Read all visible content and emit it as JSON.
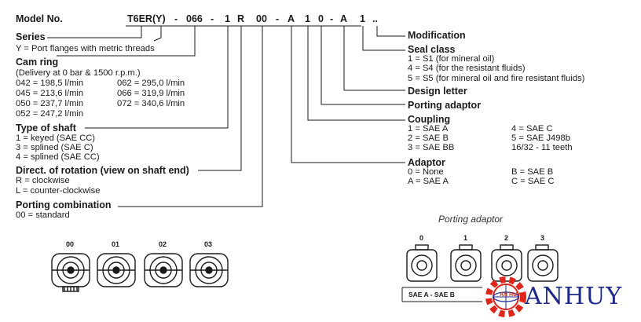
{
  "header": {
    "model_label": "Model No.",
    "codes": [
      "T6ER",
      "(Y)",
      "-",
      "066",
      "-",
      "1",
      "R",
      "00",
      "-",
      "A",
      "1",
      "0",
      "-",
      "A",
      "1",
      ".."
    ]
  },
  "left": {
    "series": {
      "title": "Series",
      "lines": [
        "Y = Port flanges with metric threads"
      ]
    },
    "cam_ring": {
      "title": "Cam ring",
      "note": "(Delivery at 0 bar & 1500 r.p.m.)",
      "col1": [
        "042 = 198,5 l/min",
        "045 = 213,6 l/min",
        "050 = 237,7 l/min",
        "052 = 247,2 l/min"
      ],
      "col2": [
        "062 = 295,0 l/min",
        "066 = 319,9 l/min",
        "072 = 340,6 l/min"
      ]
    },
    "shaft": {
      "title": "Type of shaft",
      "lines": [
        "1 = keyed (SAE CC)",
        "3 = splined (SAE C)",
        "4 = splined (SAE CC)"
      ]
    },
    "rotation": {
      "title": "Direct. of rotation (view on shaft end)",
      "lines": [
        "R = clockwise",
        "L = counter-clockwise"
      ]
    },
    "porting": {
      "title": "Porting combination",
      "lines": [
        "00 = standard"
      ]
    }
  },
  "right": {
    "modification": {
      "title": "Modification"
    },
    "seal": {
      "title": "Seal class",
      "lines": [
        "1 = S1 (for mineral oil)",
        "4 = S4 (for the resistant fluids)",
        "5 = S5 (for mineral oil and fire resistant fluids)"
      ]
    },
    "design": {
      "title": "Design letter"
    },
    "porting_adaptor": {
      "title": "Porting adaptor"
    },
    "coupling": {
      "title": "Coupling",
      "col1": [
        "1 = SAE A",
        "2 = SAE B",
        "3 = SAE BB"
      ],
      "col2": [
        "4 = SAE C",
        "5 = SAE J498b",
        "16/32 - 11 teeth"
      ]
    },
    "adaptor": {
      "title": "Adaptor",
      "col1": [
        "0 = None",
        "A = SAE A"
      ],
      "col2": [
        "B = SAE B",
        "C = SAE C"
      ]
    }
  },
  "figures": {
    "porting_caption": "Porting adaptor",
    "left_labels": [
      "00",
      "01",
      "02",
      "03"
    ],
    "right_labels": [
      "0",
      "1",
      "2",
      "3"
    ],
    "sae_label": "SAE A - SAE B"
  },
  "logo": {
    "name": "ANHUY",
    "badge": "AN HUY"
  }
}
